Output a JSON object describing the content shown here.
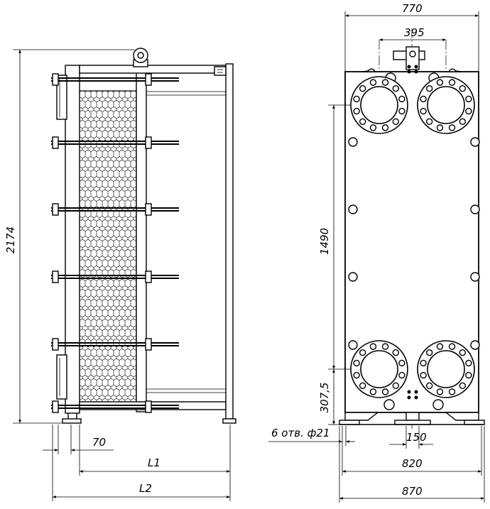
{
  "dimensions": {
    "total_height": "2174",
    "top_width": "770",
    "port_spacing_horizontal": "395",
    "port_spacing_vertical": "1490",
    "bottom_port_height": "307,5",
    "foot_offset": "70",
    "length_l1": "L1",
    "length_l2": "L2",
    "holes_note": "6 отв. ф21",
    "foot_center_width": "150",
    "feet_spacing": "820",
    "base_width": "870"
  },
  "colors": {
    "line": "#000000",
    "background": "#ffffff"
  }
}
